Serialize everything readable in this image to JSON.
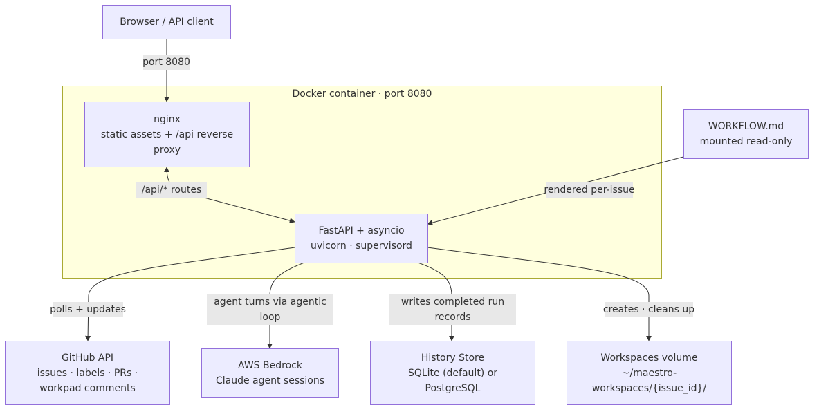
{
  "cluster": {
    "label": "Docker container · port 8080"
  },
  "nodes": {
    "browser": [
      "Browser / API client"
    ],
    "nginx": [
      "nginx",
      "static assets + /api reverse",
      "proxy"
    ],
    "fastapi": [
      "FastAPI + asyncio",
      "uvicorn · supervisord"
    ],
    "workflow": [
      "WORKFLOW.md",
      "mounted read-only"
    ],
    "github": [
      "GitHub API",
      "issues · labels · PRs ·",
      "workpad comments"
    ],
    "bedrock": [
      "AWS Bedrock",
      "Claude agent sessions"
    ],
    "history": [
      "History Store",
      "SQLite (default) or",
      "PostgreSQL"
    ],
    "workspaces": [
      "Workspaces volume",
      "~/maestro-",
      "workspaces/{issue_id}/"
    ]
  },
  "edge_labels": {
    "browser_nginx": [
      "port 8080"
    ],
    "nginx_fastapi": [
      "/api/* routes"
    ],
    "workflow_fastapi": [
      "rendered per-issue"
    ],
    "fastapi_github": [
      "polls + updates"
    ],
    "fastapi_bedrock": [
      "agent turns via agentic",
      "loop"
    ],
    "fastapi_history": [
      "writes completed run",
      "records"
    ],
    "fastapi_workspaces": [
      "creates · cleans up"
    ]
  }
}
